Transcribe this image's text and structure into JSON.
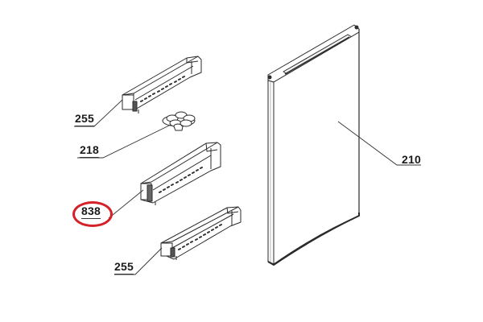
{
  "diagram": {
    "type": "exploded parts diagram",
    "subject": "refrigerator door with door shelves",
    "highlight_color": "#d42027",
    "line_color": "#333333",
    "background": "#ffffff"
  },
  "parts": [
    {
      "id": "shelf_top",
      "label": "255",
      "description": "door shelf (upper)",
      "highlighted": false
    },
    {
      "id": "egg_tray",
      "label": "218",
      "description": "egg tray",
      "highlighted": false
    },
    {
      "id": "shelf_middle",
      "label": "838",
      "description": "door shelf (middle, tall)",
      "highlighted": true
    },
    {
      "id": "shelf_bottom",
      "label": "255",
      "description": "door shelf (lower)",
      "highlighted": false
    },
    {
      "id": "door",
      "label": "210",
      "description": "refrigerator door",
      "highlighted": false
    }
  ]
}
